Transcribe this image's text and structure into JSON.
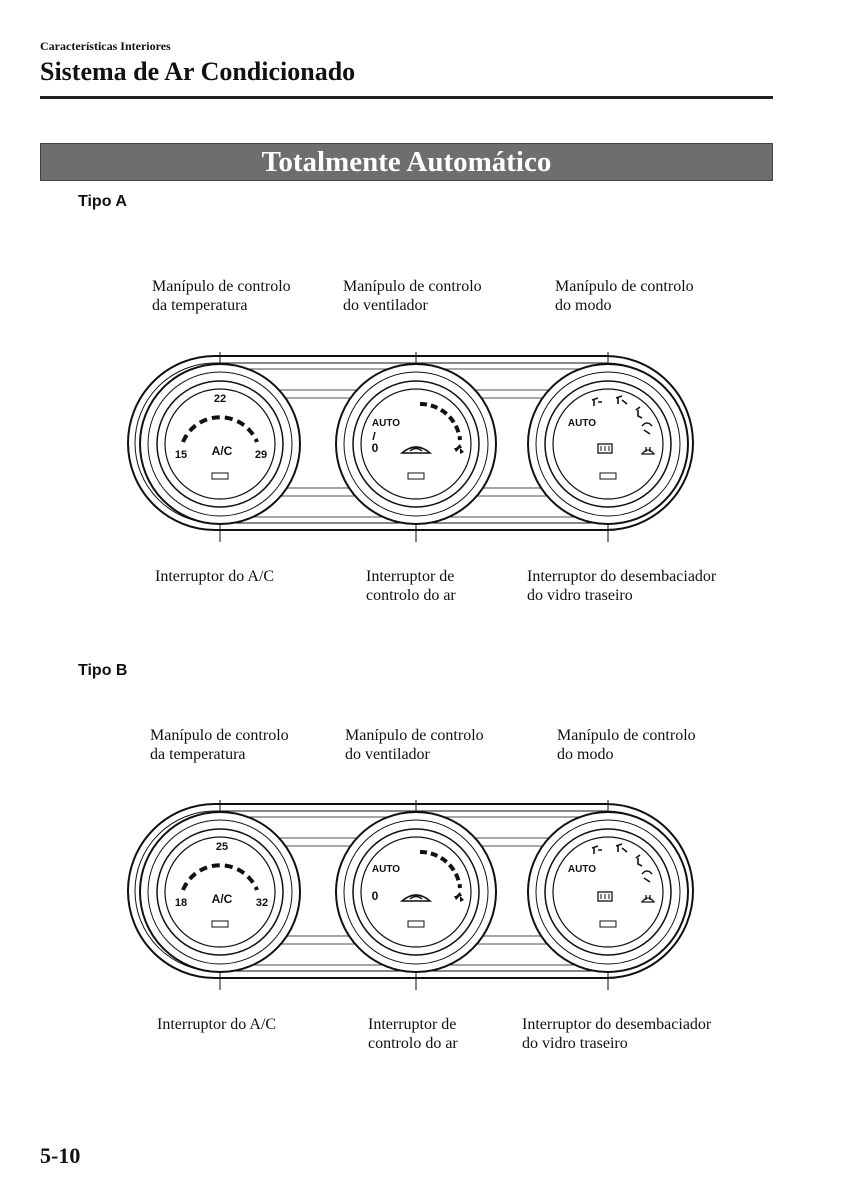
{
  "header": {
    "section": "Características Interiores",
    "title": "Sistema de Ar Condicionado"
  },
  "banner": {
    "title": "Totalmente Automático"
  },
  "tipo_a": {
    "label": "Tipo A",
    "callouts_top": {
      "temp": [
        "Manípulo de controlo",
        "da temperatura"
      ],
      "fan": [
        "Manípulo de controlo",
        "do ventilador"
      ],
      "mode": [
        "Manípulo de controlo",
        "do modo"
      ]
    },
    "callouts_bottom": {
      "ac": [
        "Interruptor do A/C"
      ],
      "air": [
        "Interruptor de",
        "controlo do ar"
      ],
      "defog": [
        "Interruptor do desembaciador",
        "do vidro traseiro"
      ]
    },
    "dial": {
      "temp_top": "22",
      "temp_left": "15",
      "temp_right": "29",
      "ac": "A/C",
      "fan_auto": "AUTO",
      "fan_zero": "0",
      "mode_auto": "AUTO"
    }
  },
  "tipo_b": {
    "label": "Tipo B",
    "callouts_top": {
      "temp": [
        "Manípulo de controlo",
        "da temperatura"
      ],
      "fan": [
        "Manípulo de controlo",
        "do ventilador"
      ],
      "mode": [
        "Manípulo de controlo",
        "do modo"
      ]
    },
    "callouts_bottom": {
      "ac": [
        "Interruptor do A/C"
      ],
      "air": [
        "Interruptor de",
        "controlo do ar"
      ],
      "defog": [
        "Interruptor do desembaciador",
        "do vidro traseiro"
      ]
    },
    "dial": {
      "temp_top": "25",
      "temp_left": "18",
      "temp_right": "32",
      "ac": "A/C",
      "fan_auto": "AUTO",
      "fan_zero": "0",
      "mode_auto": "AUTO"
    }
  },
  "page_number": "5-10"
}
